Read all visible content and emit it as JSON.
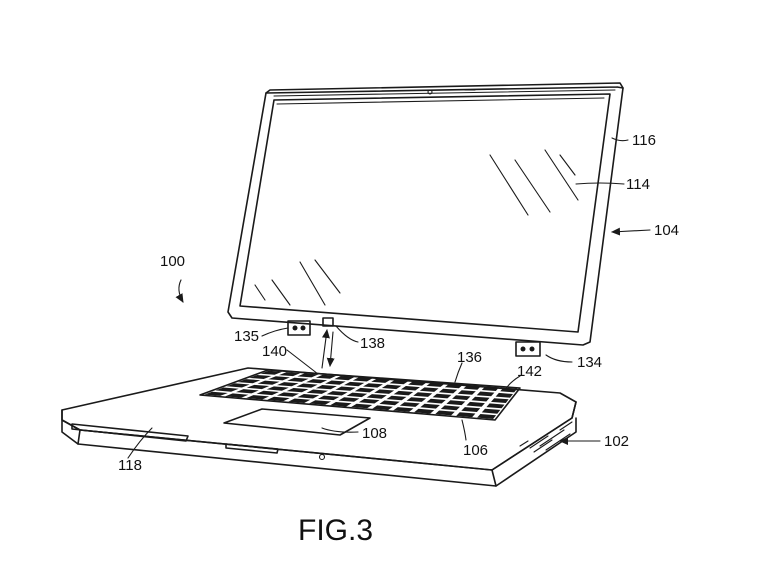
{
  "figure": {
    "caption": "FIG.3",
    "refs": {
      "r100": "100",
      "r102": "102",
      "r104": "104",
      "r106": "106",
      "r108": "108",
      "r114": "114",
      "r116": "116",
      "r118": "118",
      "r134": "134",
      "r135": "135",
      "r136": "136",
      "r138": "138",
      "r140": "140",
      "r142": "142"
    }
  }
}
